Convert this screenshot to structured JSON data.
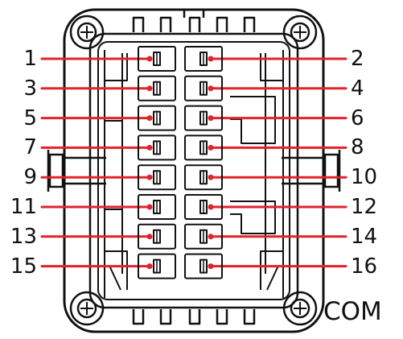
{
  "diagram": {
    "connector_label": "COM",
    "colors": {
      "outline": "#111111",
      "leader": "#e1232b",
      "background": "#ffffff"
    },
    "pins": [
      {
        "number": "1",
        "side": "left"
      },
      {
        "number": "2",
        "side": "right"
      },
      {
        "number": "3",
        "side": "left"
      },
      {
        "number": "4",
        "side": "right"
      },
      {
        "number": "5",
        "side": "left"
      },
      {
        "number": "6",
        "side": "right"
      },
      {
        "number": "7",
        "side": "left"
      },
      {
        "number": "8",
        "side": "right"
      },
      {
        "number": "9",
        "side": "left"
      },
      {
        "number": "10",
        "side": "right"
      },
      {
        "number": "11",
        "side": "left"
      },
      {
        "number": "12",
        "side": "right"
      },
      {
        "number": "13",
        "side": "left"
      },
      {
        "number": "14",
        "side": "right"
      },
      {
        "number": "15",
        "side": "left"
      },
      {
        "number": "16",
        "side": "right"
      }
    ]
  }
}
